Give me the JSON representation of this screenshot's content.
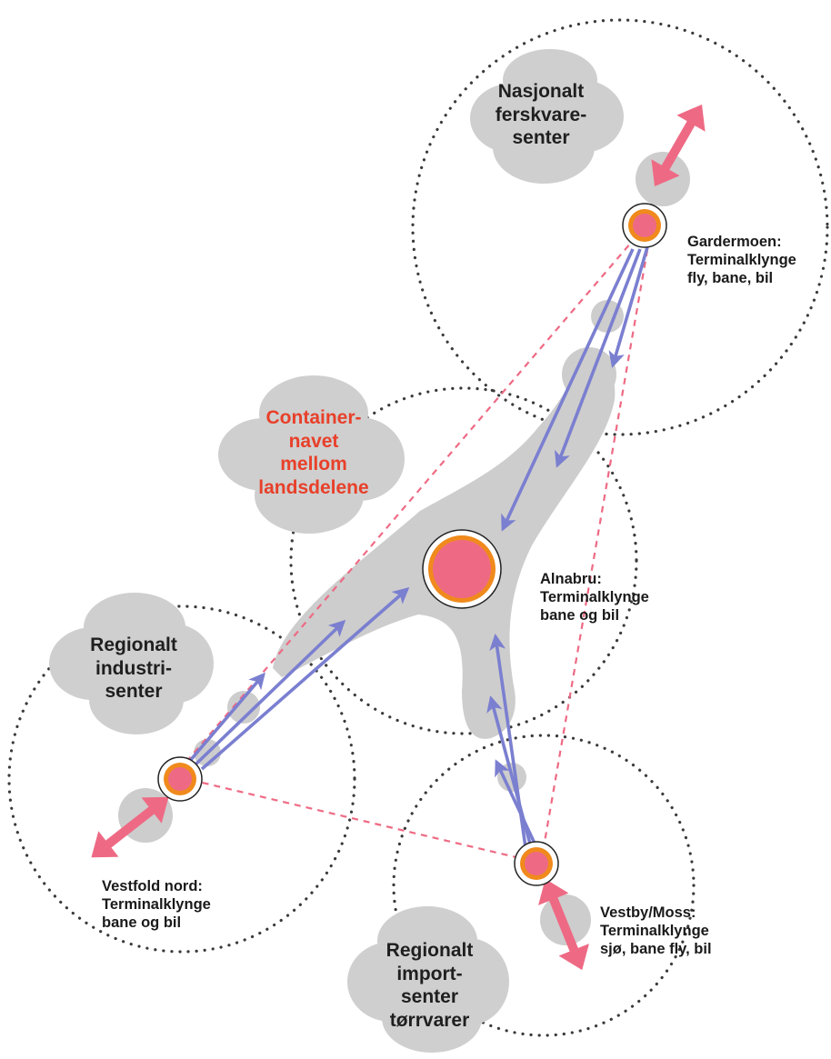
{
  "colors": {
    "zone_circle": "#3a3a3a",
    "cloud": "#cfcfcf",
    "corridor": "#cdcdcd",
    "flow_arrow": "#7b7fd0",
    "external_arrow": "#ee6a84",
    "dashed_link": "#ee6a84",
    "terminal_core": "#ee6a84",
    "terminal_ring": "#f08a1c",
    "container_text": "#e8402a"
  },
  "clouds": {
    "national_fresh": [
      "Nasjonalt",
      "ferskvare-",
      "senter"
    ],
    "container": [
      "Container-",
      "navet",
      "mellom",
      "landsdelene"
    ],
    "regional_industry": [
      "Regionalt",
      "industri-",
      "senter"
    ],
    "regional_import": [
      "Regionalt",
      "import-",
      "senter",
      "tørrvarer"
    ]
  },
  "nodes": {
    "gardermoen": [
      "Gardermoen:",
      "Terminalklynge",
      "fly, bane, bil"
    ],
    "alnabru": [
      "Alnabru:",
      "Terminalklynge",
      "bane og bil"
    ],
    "vestfold": [
      "Vestfold nord:",
      "Terminalklynge",
      "bane og bil"
    ],
    "vestby": [
      "Vestby/Moss:",
      "Terminalklynge",
      "sjø, bane fly, bil"
    ]
  }
}
